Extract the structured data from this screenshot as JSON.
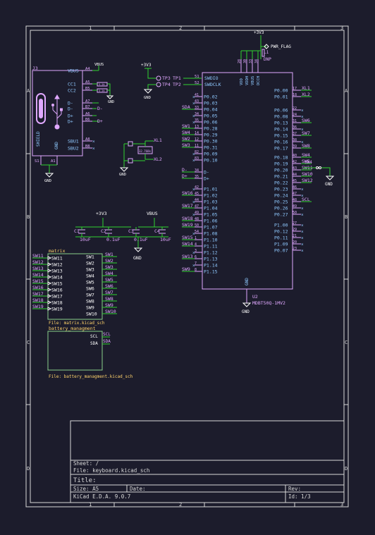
{
  "colors": {
    "background": "#1c1c2c",
    "border": "#d8d8d8",
    "wire": "#2fd22f",
    "symbol": "#e0a8ff",
    "pin_name": "#8fc9ff",
    "power": "#ffffff",
    "sheet_label": "#ffd36b",
    "sheet_box": "#8ad08a"
  },
  "frame": {
    "cols": [
      "1",
      "2",
      "3"
    ],
    "rows": [
      "A",
      "B",
      "C",
      "D"
    ]
  },
  "title_block": {
    "sheet_label": "Sheet: /",
    "file_label": "File: keyboard.kicad_sch",
    "title_label": "Title:",
    "size_label": "Size: A5",
    "date_label": "Date:",
    "rev_label": "Rev:",
    "tool_label": "KiCad E.D.A. 9.0.7",
    "id_label": "Id: 1/3"
  },
  "usb": {
    "ref": "J3",
    "vbus": "VBUS",
    "shield": "SHIELD",
    "gnd": "GND",
    "s1": "S1",
    "a1": "A1",
    "gnd_sym": "GND",
    "pins": [
      {
        "name": "VBUS",
        "num": "A4"
      },
      {
        "name": "CC1",
        "num": "A5"
      },
      {
        "name": "CC2",
        "num": "B5"
      },
      {
        "name": "D-",
        "num": "A7"
      },
      {
        "name": "D-",
        "num": "B7"
      },
      {
        "name": "D+",
        "num": "A6"
      },
      {
        "name": "D+",
        "num": "B6"
      },
      {
        "name": "SBU1",
        "num": "A8"
      },
      {
        "name": "SBU2",
        "num": "B8"
      }
    ],
    "r1": "5.1k",
    "r2": "5.1k",
    "dm_label": "D-",
    "dp_label": "D+"
  },
  "tp": {
    "pwr": "+3V3",
    "gnd": "GND",
    "items": [
      {
        "ref": "TP3",
        "val": "TP1"
      },
      {
        "ref": "TP4",
        "val": "TP2"
      }
    ]
  },
  "crystal": {
    "ref1": "XL1",
    "ref2": "XL2",
    "val": "32.768k",
    "gnd": "GND"
  },
  "mcu": {
    "ref": "U2",
    "value": "MDBT50Q-1MV2",
    "gnd_pin": "GND",
    "top_pins": [
      "VDD",
      "VDDH",
      "VBUS",
      "DCCH"
    ],
    "top_nums": [
      "28",
      "30",
      "33",
      "34"
    ],
    "swdio": "SWDIO",
    "swdclk": "SWDCLK",
    "sw_nums": [
      "51",
      "52"
    ],
    "left": [
      {
        "n": "P0.02",
        "num": "41",
        "net": ""
      },
      {
        "n": "P0.03",
        "num": "43",
        "net": ""
      },
      {
        "n": "P0.04",
        "num": "33",
        "net": "SDA"
      },
      {
        "n": "P0.05",
        "num": "34",
        "net": ""
      },
      {
        "n": "P0.06",
        "num": "35",
        "net": ""
      },
      {
        "n": "P0.28",
        "num": "13",
        "net": "SW1"
      },
      {
        "n": "P0.29",
        "num": "14",
        "net": "SW4"
      },
      {
        "n": "P0.30",
        "num": "12",
        "net": "SW2"
      },
      {
        "n": "P0.31",
        "num": "11",
        "net": "SW3"
      },
      {
        "n": "P0.09",
        "num": "82",
        "net": ""
      },
      {
        "n": "P0.10",
        "num": "83",
        "net": ""
      },
      {
        "n": "D-",
        "num": "34",
        "net": "D-"
      },
      {
        "n": "D+",
        "num": "35",
        "net": "D+"
      },
      {
        "n": "P1.01",
        "num": "42",
        "net": ""
      },
      {
        "n": "P1.02",
        "num": "45",
        "net": "SW16"
      },
      {
        "n": "P1.03",
        "num": "44",
        "net": ""
      },
      {
        "n": "P1.04",
        "num": "47",
        "net": "SW17"
      },
      {
        "n": "P1.05",
        "num": "49",
        "net": ""
      },
      {
        "n": "P1.06",
        "num": "48",
        "net": "SW18"
      },
      {
        "n": "P1.07",
        "num": "50",
        "net": "SW19"
      },
      {
        "n": "P1.08",
        "num": "54",
        "net": ""
      },
      {
        "n": "P1.10",
        "num": "1",
        "net": "SW15"
      },
      {
        "n": "P1.11",
        "num": "4",
        "net": "SW14"
      },
      {
        "n": "P1.12",
        "num": "3",
        "net": ""
      },
      {
        "n": "P1.13",
        "num": "6",
        "net": "SW13"
      },
      {
        "n": "P1.14",
        "num": "7",
        "net": ""
      },
      {
        "n": "P1.15",
        "num": "8",
        "net": "SW9"
      }
    ],
    "right": [
      {
        "n": "P0.00",
        "num": "17",
        "net": "XL1"
      },
      {
        "n": "P0.01",
        "num": "18",
        "net": "XL2"
      },
      {
        "n": "P0.06",
        "num": "22",
        "net": ""
      },
      {
        "n": "P0.08",
        "num": "24",
        "net": ""
      },
      {
        "n": "P0.13",
        "num": "31",
        "net": "SW6"
      },
      {
        "n": "P0.14",
        "num": "36",
        "net": ""
      },
      {
        "n": "P0.15",
        "num": "37",
        "net": "SW7"
      },
      {
        "n": "P0.16",
        "num": "38",
        "net": ""
      },
      {
        "n": "P0.17",
        "num": "39",
        "net": "SW8"
      },
      {
        "n": "P0.18",
        "num": "40",
        "net": "SW4"
      },
      {
        "n": "P0.19",
        "num": "42",
        "net": "SW5"
      },
      {
        "n": "P0.20",
        "num": "43",
        "net": "SW11"
      },
      {
        "n": "P0.21",
        "num": "44",
        "net": "SW10"
      },
      {
        "n": "P0.22",
        "num": "45",
        "net": "SW12"
      },
      {
        "n": "P0.23",
        "num": "46",
        "net": ""
      },
      {
        "n": "P0.24",
        "num": "47",
        "net": ""
      },
      {
        "n": "P0.25",
        "num": "48",
        "net": "SCL"
      },
      {
        "n": "P0.26",
        "num": "49",
        "net": ""
      },
      {
        "n": "P0.27",
        "num": "50",
        "net": ""
      },
      {
        "n": "P1.00",
        "num": "27",
        "net": ""
      },
      {
        "n": "P0.12",
        "num": "29",
        "net": ""
      },
      {
        "n": "P0.11",
        "num": "21",
        "net": ""
      },
      {
        "n": "P1.09",
        "num": "20",
        "net": ""
      },
      {
        "n": "P0.07",
        "num": "23",
        "net": ""
      }
    ]
  },
  "power_top": {
    "v33": "+3V3",
    "pwr_flag": "PWR_FLAG",
    "l1": "L1",
    "dnp": "DNP"
  },
  "caps": {
    "v33": "+3V3",
    "vbus": "VBUS",
    "gnd": "GND",
    "items": [
      {
        "ref": "C1",
        "val": "10uF"
      },
      {
        "ref": "C2",
        "val": "0.1uF"
      },
      {
        "ref": "C3",
        "val": "0.1uF"
      },
      {
        "ref": "C4",
        "val": "10uF"
      }
    ]
  },
  "matrix": {
    "name": "matrix",
    "file": "File: matrix.kicad_sch",
    "left": [
      "SW11",
      "SW12",
      "SW13",
      "SW14",
      "SW15",
      "SW16",
      "SW17",
      "SW18",
      "SW19"
    ],
    "right": [
      "SW1",
      "SW2",
      "SW3",
      "SW4",
      "SW5",
      "SW6",
      "SW7",
      "SW8",
      "SW9",
      "SW10"
    ]
  },
  "battery": {
    "name": "battery_managment",
    "file": "File: battery_managment.kicad_sch",
    "pins": [
      "SCL",
      "SDA"
    ],
    "nets": [
      "SCL",
      "SDA"
    ]
  },
  "switch": {
    "net": "SW4",
    "gnd": "GND"
  }
}
